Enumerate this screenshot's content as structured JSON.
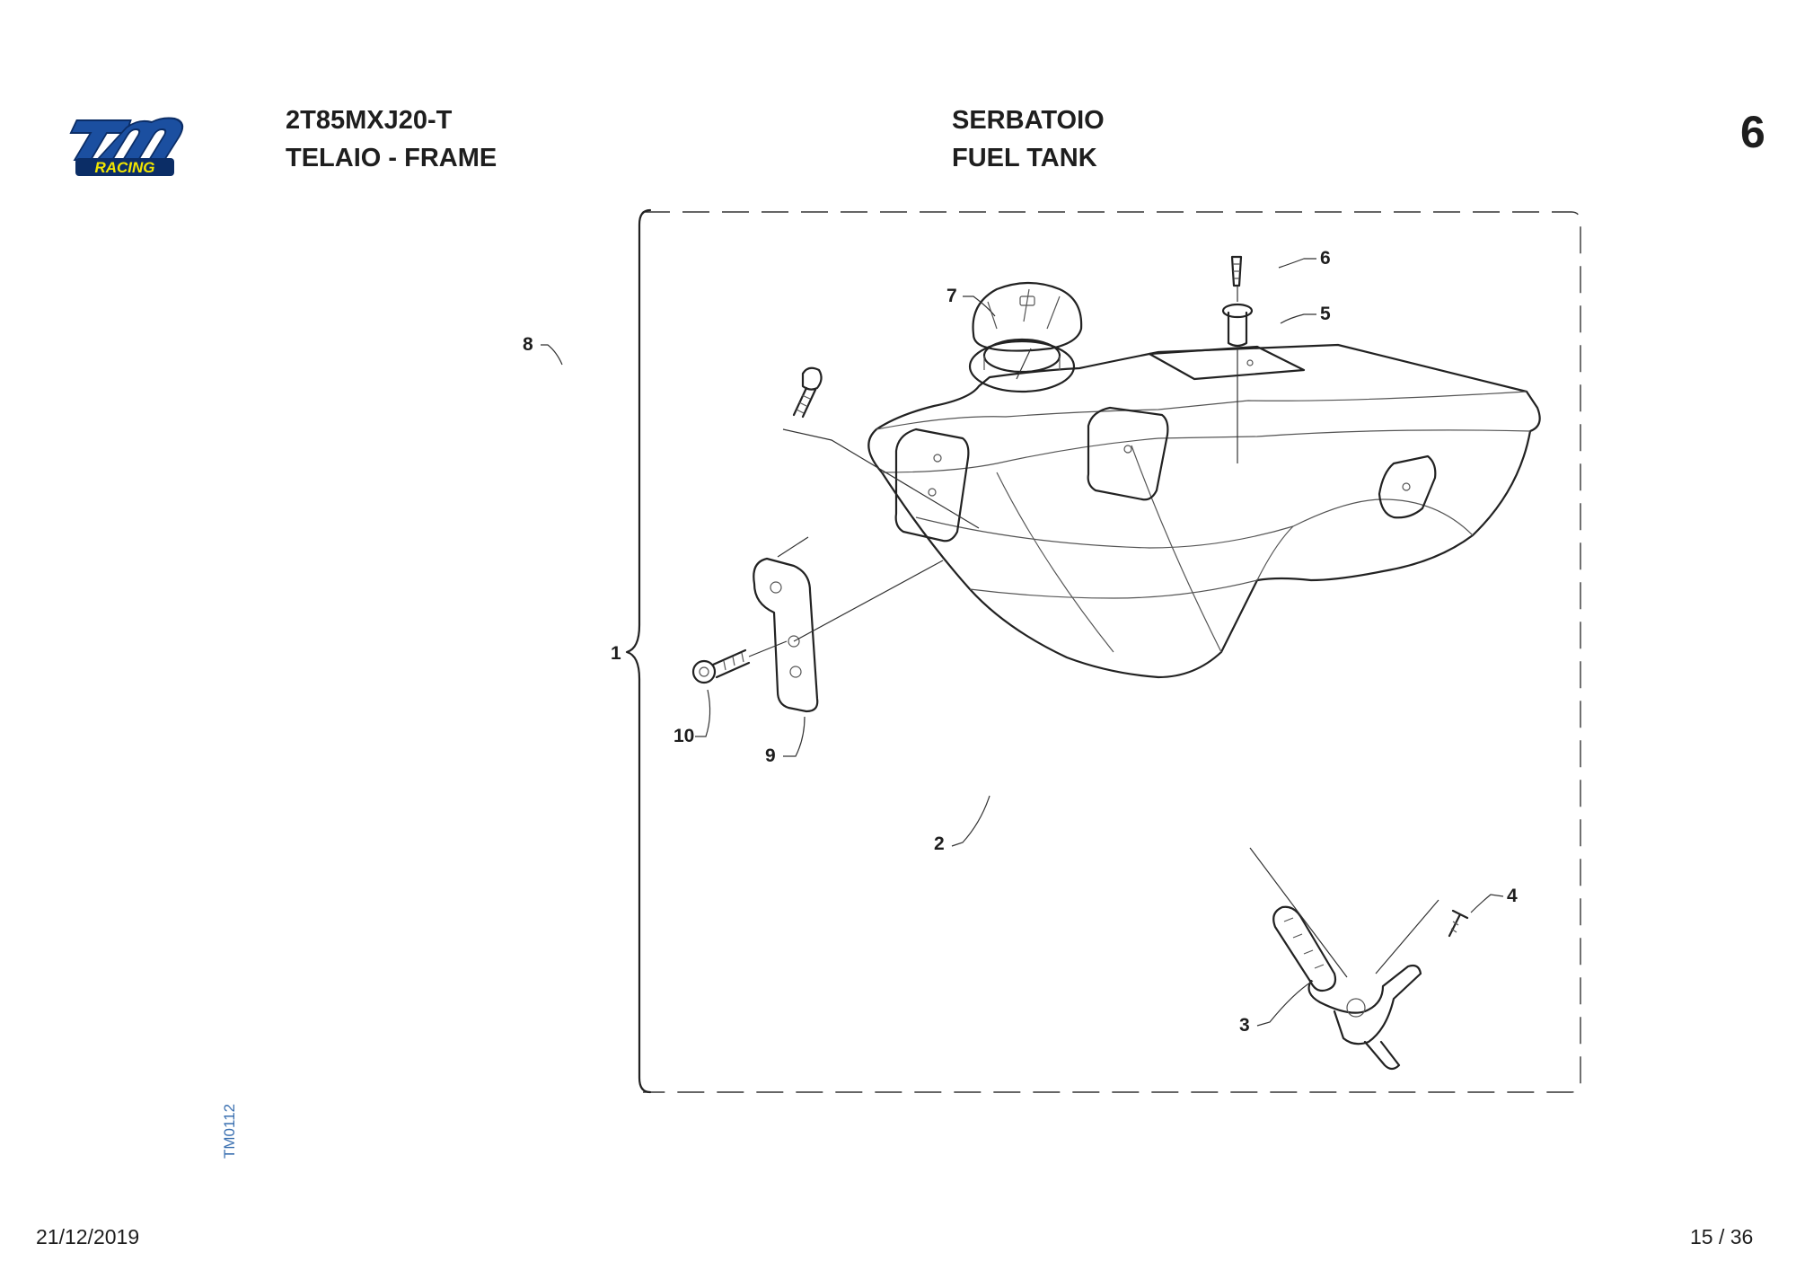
{
  "header": {
    "model_code": "2T85MXJ20-T",
    "group": "TELAIO - FRAME",
    "table_it": "SERBATOIO",
    "table_en": "FUEL TANK",
    "section_number": "6"
  },
  "logo": {
    "brand": "tm",
    "sub": "RACING",
    "colors": {
      "primary": "#1b4fa0",
      "secondary": "#f2e600"
    }
  },
  "drawing_code": "TM0112",
  "callouts": [
    "1",
    "2",
    "3",
    "4",
    "5",
    "6",
    "7",
    "8",
    "9",
    "10"
  ],
  "footer": {
    "date": "21/12/2019",
    "page": "15 / 36"
  }
}
